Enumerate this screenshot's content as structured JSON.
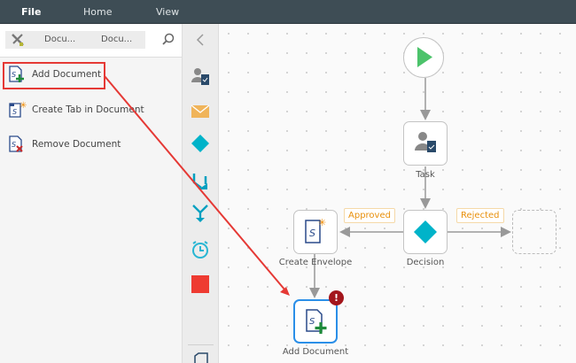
{
  "menu": {
    "file": "File",
    "home": "Home",
    "view": "View"
  },
  "breadcrumb": [
    "Docu...",
    "Docu..."
  ],
  "actions": [
    {
      "label": "Add Document",
      "icon": "add-document-icon"
    },
    {
      "label": "Create Tab in Document",
      "icon": "create-tab-icon"
    },
    {
      "label": "Remove Document",
      "icon": "remove-document-icon"
    }
  ],
  "toolbox": [
    "task-icon",
    "email-icon",
    "decision-icon",
    "merge-icon",
    "split-icon",
    "timer-icon",
    "stop-icon"
  ],
  "workflow": {
    "task": "Task",
    "decision": "Decision",
    "create_envelope": "Create Envelope",
    "add_document": "Add Document",
    "approved": "Approved",
    "rejected": "Rejected"
  },
  "colors": {
    "accent": "#00b3c9",
    "highlight": "#e53935",
    "start": "#4cc36b"
  }
}
